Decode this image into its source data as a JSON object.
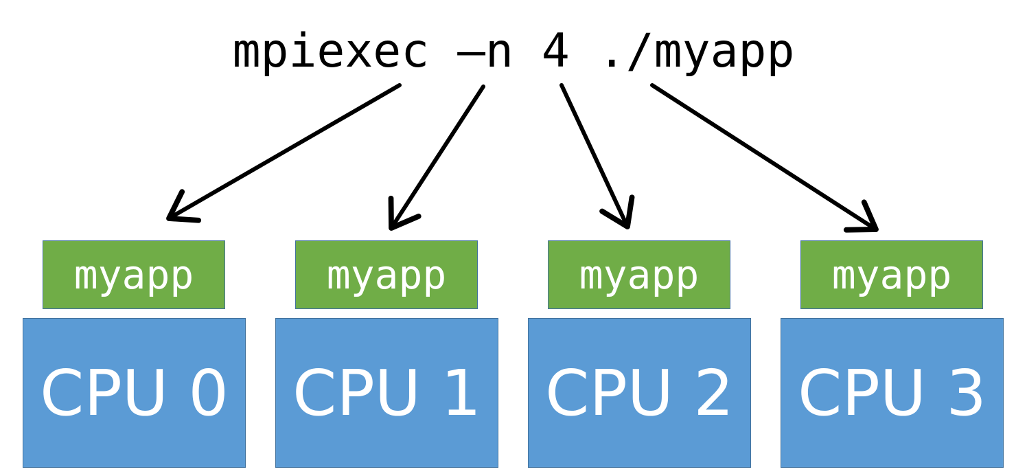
{
  "command": "mpiexec –n 4 ./myapp",
  "colors": {
    "process_fill": "#70ad47",
    "cpu_fill": "#5b9bd5",
    "box_border": "#41719c",
    "arrow": "#000000"
  },
  "processes": [
    {
      "label": "myapp"
    },
    {
      "label": "myapp"
    },
    {
      "label": "myapp"
    },
    {
      "label": "myapp"
    }
  ],
  "cpus": [
    {
      "label": "CPU 0"
    },
    {
      "label": "CPU 1"
    },
    {
      "label": "CPU 2"
    },
    {
      "label": "CPU 3"
    }
  ]
}
